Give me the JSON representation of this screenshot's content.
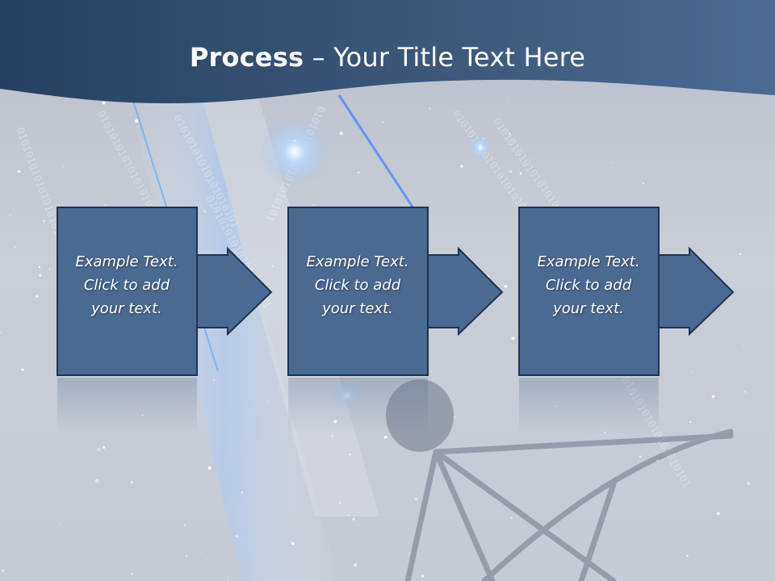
{
  "slide": {
    "title_bold": "Process",
    "title_rest": " – Your Title Text Here",
    "colors": {
      "header": "#2f4a6f",
      "box_fill": "#4a6a92",
      "box_stroke": "#1f3350",
      "background": "#c8ccd6",
      "beam": "#7fb4ff"
    },
    "steps": [
      {
        "line1": "Example Text.",
        "line2": "Click  to add",
        "line3": "your text."
      },
      {
        "line1": "Example Text.",
        "line2": "Click  to add",
        "line3": "your text."
      },
      {
        "line1": "Example Text.",
        "line2": "Click  to add",
        "line3": "your text."
      }
    ],
    "decor": {
      "binary_text": "01010101010101",
      "icons": [
        "satellite-dish-icon",
        "star-icon"
      ]
    }
  }
}
